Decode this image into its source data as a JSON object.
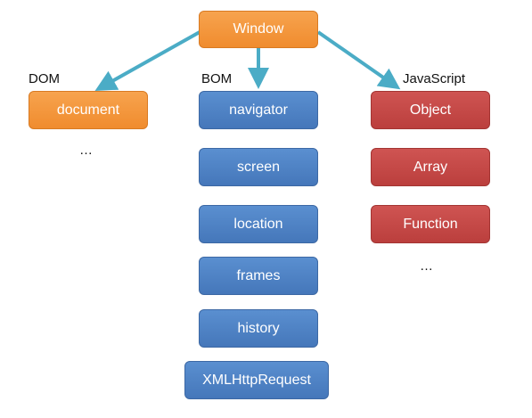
{
  "colors": {
    "window": "#F39435",
    "dom": "#F39435",
    "bom": "#4F81C5",
    "javascript": "#C44A48",
    "arrow": "#4BACC6"
  },
  "root": {
    "label": "Window"
  },
  "groups": {
    "dom": {
      "title": "DOM",
      "items": [
        "document"
      ],
      "more": "…"
    },
    "bom": {
      "title": "BOM",
      "items": [
        "navigator",
        "screen",
        "location",
        "frames",
        "history",
        "XMLHttpRequest"
      ]
    },
    "javascript": {
      "title": "JavaScript",
      "items": [
        "Object",
        "Array",
        "Function"
      ],
      "more": "…"
    }
  }
}
